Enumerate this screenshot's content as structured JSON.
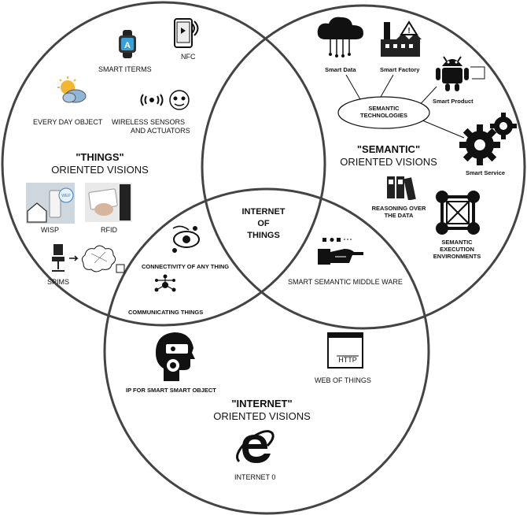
{
  "things_heading": {
    "line1": "\"THINGS\"",
    "line2": "ORIENTED VISIONS"
  },
  "semantic_heading": {
    "line1": "\"SEMANTIC\"",
    "line2": "ORIENTED VISIONS"
  },
  "internet_heading": {
    "line1": "\"INTERNET\"",
    "line2": "ORIENTED VISIONS"
  },
  "core": {
    "line1": "INTERNET",
    "line2": "OF",
    "line3": "THINGS"
  },
  "things_items": {
    "smart_items": "SMART ITERMS",
    "nfc": "NFC",
    "every_day_object": "EVERY DAY OBJECT",
    "wireless_sensors": "WIRELESS SENSORS",
    "and_actuators": "AND ACTUATORS",
    "wisp": "WISP",
    "rfid": "RFID",
    "spims": "SPIMS"
  },
  "semantic_items": {
    "smart_data": "Smart Data",
    "smart_factory": "Smart Factory",
    "smart_product": "Smart Product",
    "semantic_tech_1": "SEMANTIC",
    "semantic_tech_2": "TECHNOLOGIES",
    "smart_service": "Smart Service",
    "reasoning_1": "REASONING OVER",
    "reasoning_2": "THE DATA",
    "exec_1": "SEMANTIC",
    "exec_2": "EXECUTION",
    "exec_3": "ENVIRONMENTS"
  },
  "overlap_items": {
    "connectivity": "CONNECTIVITY OF ANY THING",
    "communicating": "COMMUNICATING THINGS",
    "middleware": "SMART SEMANTIC MIDDLE WARE"
  },
  "internet_items": {
    "ip_smart": "IP FOR SMART SMART OBJECT",
    "web_of_things": "WEB OF THINGS",
    "internet0": "INTERNET 0",
    "http": "HTTP"
  },
  "icons": [
    "smartwatch-icon",
    "nfc-phone-icon",
    "weather-icon",
    "wireless-sensor-icon",
    "wisp-device-icon",
    "rfid-card-icon",
    "spims-icon",
    "cloud-data-icon",
    "factory-icon",
    "android-icon",
    "gears-icon",
    "binders-icon",
    "execution-env-icon",
    "eye-connect-icon",
    "network-node-icon",
    "handshake-icon",
    "head-vr-icon",
    "http-window-icon",
    "internet-explorer-icon"
  ]
}
